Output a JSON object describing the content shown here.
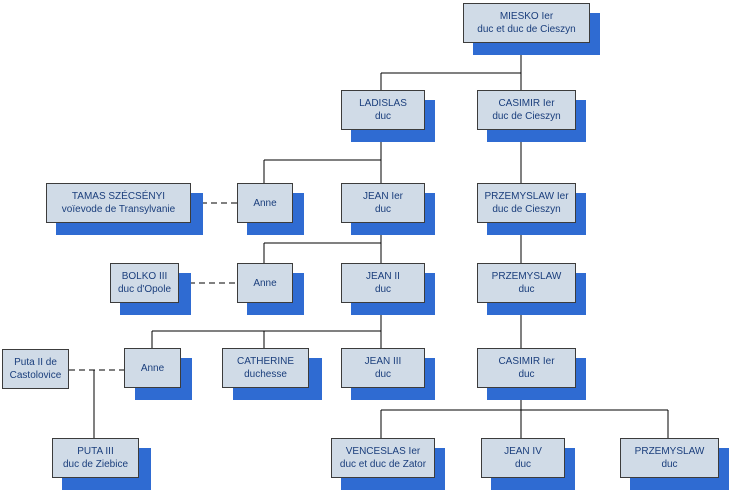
{
  "nodes": {
    "miesko": {
      "name": "MIESKO Ier",
      "title": "duc et duc de Cieszyn"
    },
    "ladislas": {
      "name": "LADISLAS",
      "title": "duc"
    },
    "casimir1": {
      "name": "CASIMIR Ier",
      "title": "duc de Cieszyn"
    },
    "tamas": {
      "name": "TAMAS SZÉCSÉNYI",
      "title": "voïevode de Transylvanie"
    },
    "anne1": {
      "name": "Anne",
      "title": ""
    },
    "jean1": {
      "name": "JEAN Ier",
      "title": "duc"
    },
    "przemyslaw1": {
      "name": "PRZEMYSLAW Ier",
      "title": "duc de Cieszyn"
    },
    "bolko": {
      "name": "BOLKO III",
      "title": "duc d'Opole"
    },
    "anne2": {
      "name": "Anne",
      "title": ""
    },
    "jean2": {
      "name": "JEAN II",
      "title": "duc"
    },
    "przemyslaw2": {
      "name": "PRZEMYSLAW",
      "title": "duc"
    },
    "puta2": {
      "name": "Puta II de",
      "title": "Castolovice"
    },
    "anne3": {
      "name": "Anne",
      "title": ""
    },
    "catherine": {
      "name": "CATHERINE",
      "title": "duchesse"
    },
    "jean3": {
      "name": "JEAN III",
      "title": "duc"
    },
    "casimir2": {
      "name": "CASIMIR Ier",
      "title": "duc"
    },
    "puta3": {
      "name": "PUTA III",
      "title": "duc de Ziebice"
    },
    "venceslas": {
      "name": "VENCESLAS Ier",
      "title": "duc et duc de Zator"
    },
    "jean4": {
      "name": "JEAN IV",
      "title": "duc"
    },
    "przemyslaw3": {
      "name": "PRZEMYSLAW",
      "title": "duc"
    }
  },
  "colors": {
    "box_fill": "#d0dbe7",
    "shadow": "#2f6bd2",
    "text": "#1a3e7c",
    "line": "#000000"
  }
}
